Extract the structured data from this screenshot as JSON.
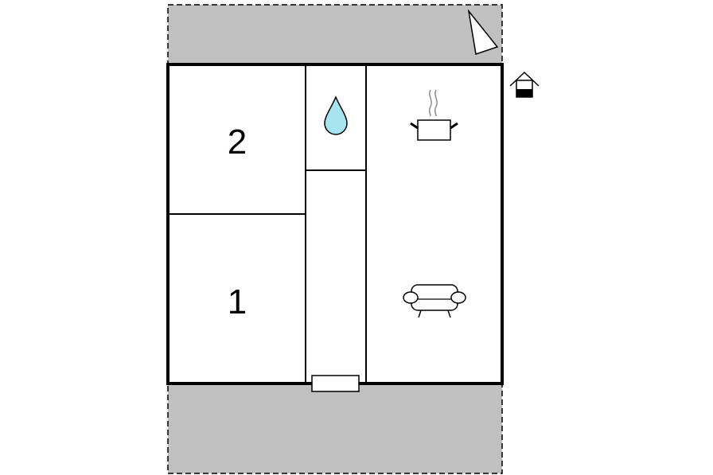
{
  "floorplan": {
    "rooms": [
      {
        "id": "bedroom-2",
        "label": "2"
      },
      {
        "id": "bedroom-1",
        "label": "1"
      }
    ],
    "icons": [
      {
        "name": "bathroom-water-drop-icon"
      },
      {
        "name": "kitchen-pot-icon"
      },
      {
        "name": "living-room-sofa-icon"
      },
      {
        "name": "house-icon"
      },
      {
        "name": "north-arrow-icon"
      }
    ],
    "colors": {
      "terrace": "#c0c0c0",
      "wall": "#000000",
      "water": "#a6e4ef",
      "background": "#ffffff"
    }
  }
}
